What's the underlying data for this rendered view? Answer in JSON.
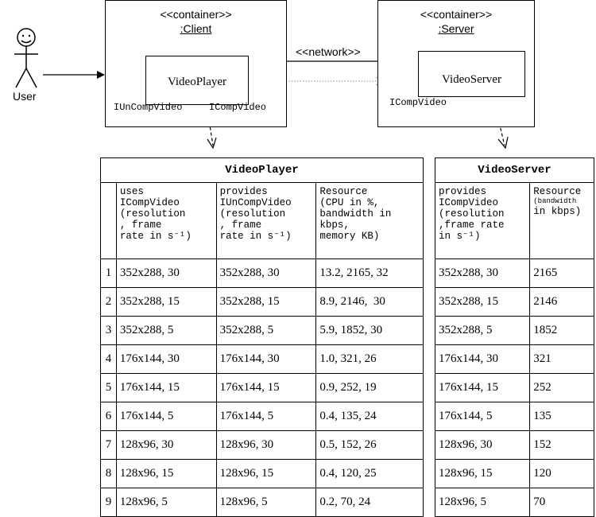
{
  "actor": {
    "label": "User"
  },
  "client": {
    "stereotype": "<<container>>",
    "name": ":Client",
    "component": "VideoPlayer",
    "required_interface": "IUnCompVideo",
    "provided_interface": "ICompVideo"
  },
  "server": {
    "stereotype": "<<container>>",
    "name": ":Server",
    "component": "VideoServer",
    "required_interface": "ICompVideo"
  },
  "network_label": "<<network>>",
  "player_table": {
    "title": "VideoPlayer",
    "headers": [
      [
        "uses",
        "ICompVideo",
        "(resolution",
        ", frame",
        "rate in s⁻¹)"
      ],
      [
        "provides",
        "IUnCompVideo",
        "(resolution",
        ", frame",
        "rate in s⁻¹)"
      ],
      [
        "Resource",
        "(CPU in %,",
        "bandwidth in",
        "kbps,",
        "memory KB)"
      ]
    ],
    "rows": [
      {
        "idx": "1",
        "uses": "352x288, 30",
        "provides": "352x288, 30",
        "resource": "13.2, 2165, 32"
      },
      {
        "idx": "2",
        "uses": "352x288, 15",
        "provides": "352x288, 15",
        "resource": "8.9, 2146,  30"
      },
      {
        "idx": "3",
        "uses": "352x288, 5",
        "provides": "352x288, 5",
        "resource": "5.9, 1852, 30"
      },
      {
        "idx": "4",
        "uses": "176x144, 30",
        "provides": "176x144, 30",
        "resource": "1.0, 321, 26"
      },
      {
        "idx": "5",
        "uses": "176x144, 15",
        "provides": "176x144, 15",
        "resource": "0.9, 252, 19"
      },
      {
        "idx": "6",
        "uses": "176x144, 5",
        "provides": "176x144, 5",
        "resource": "0.4, 135, 24"
      },
      {
        "idx": "7",
        "uses": "128x96, 30",
        "provides": "128x96, 30",
        "resource": "0.5, 152, 26"
      },
      {
        "idx": "8",
        "uses": "128x96, 15",
        "provides": "128x96, 15",
        "resource": "0.4, 120, 25"
      },
      {
        "idx": "9",
        "uses": "128x96, 5",
        "provides": "128x96, 5",
        "resource": "0.2, 70, 24"
      }
    ]
  },
  "server_table": {
    "title": "VideoServer",
    "headers": [
      [
        "provides",
        "ICompVideo",
        "(resolution",
        ",frame rate",
        "in s⁻¹)"
      ],
      [
        "Resource",
        "(bandwidth",
        "in kbps)"
      ]
    ],
    "rows": [
      {
        "provides": "352x288, 30",
        "resource": "2165"
      },
      {
        "provides": "352x288, 15",
        "resource": "2146"
      },
      {
        "provides": "352x288, 5",
        "resource": "1852"
      },
      {
        "provides": "176x144, 30",
        "resource": "321"
      },
      {
        "provides": "176x144, 15",
        "resource": "252"
      },
      {
        "provides": "176x144, 5",
        "resource": "135"
      },
      {
        "provides": "128x96, 30",
        "resource": "152"
      },
      {
        "provides": "128x96, 15",
        "resource": "120"
      },
      {
        "provides": "128x96, 5",
        "resource": "70"
      }
    ]
  }
}
